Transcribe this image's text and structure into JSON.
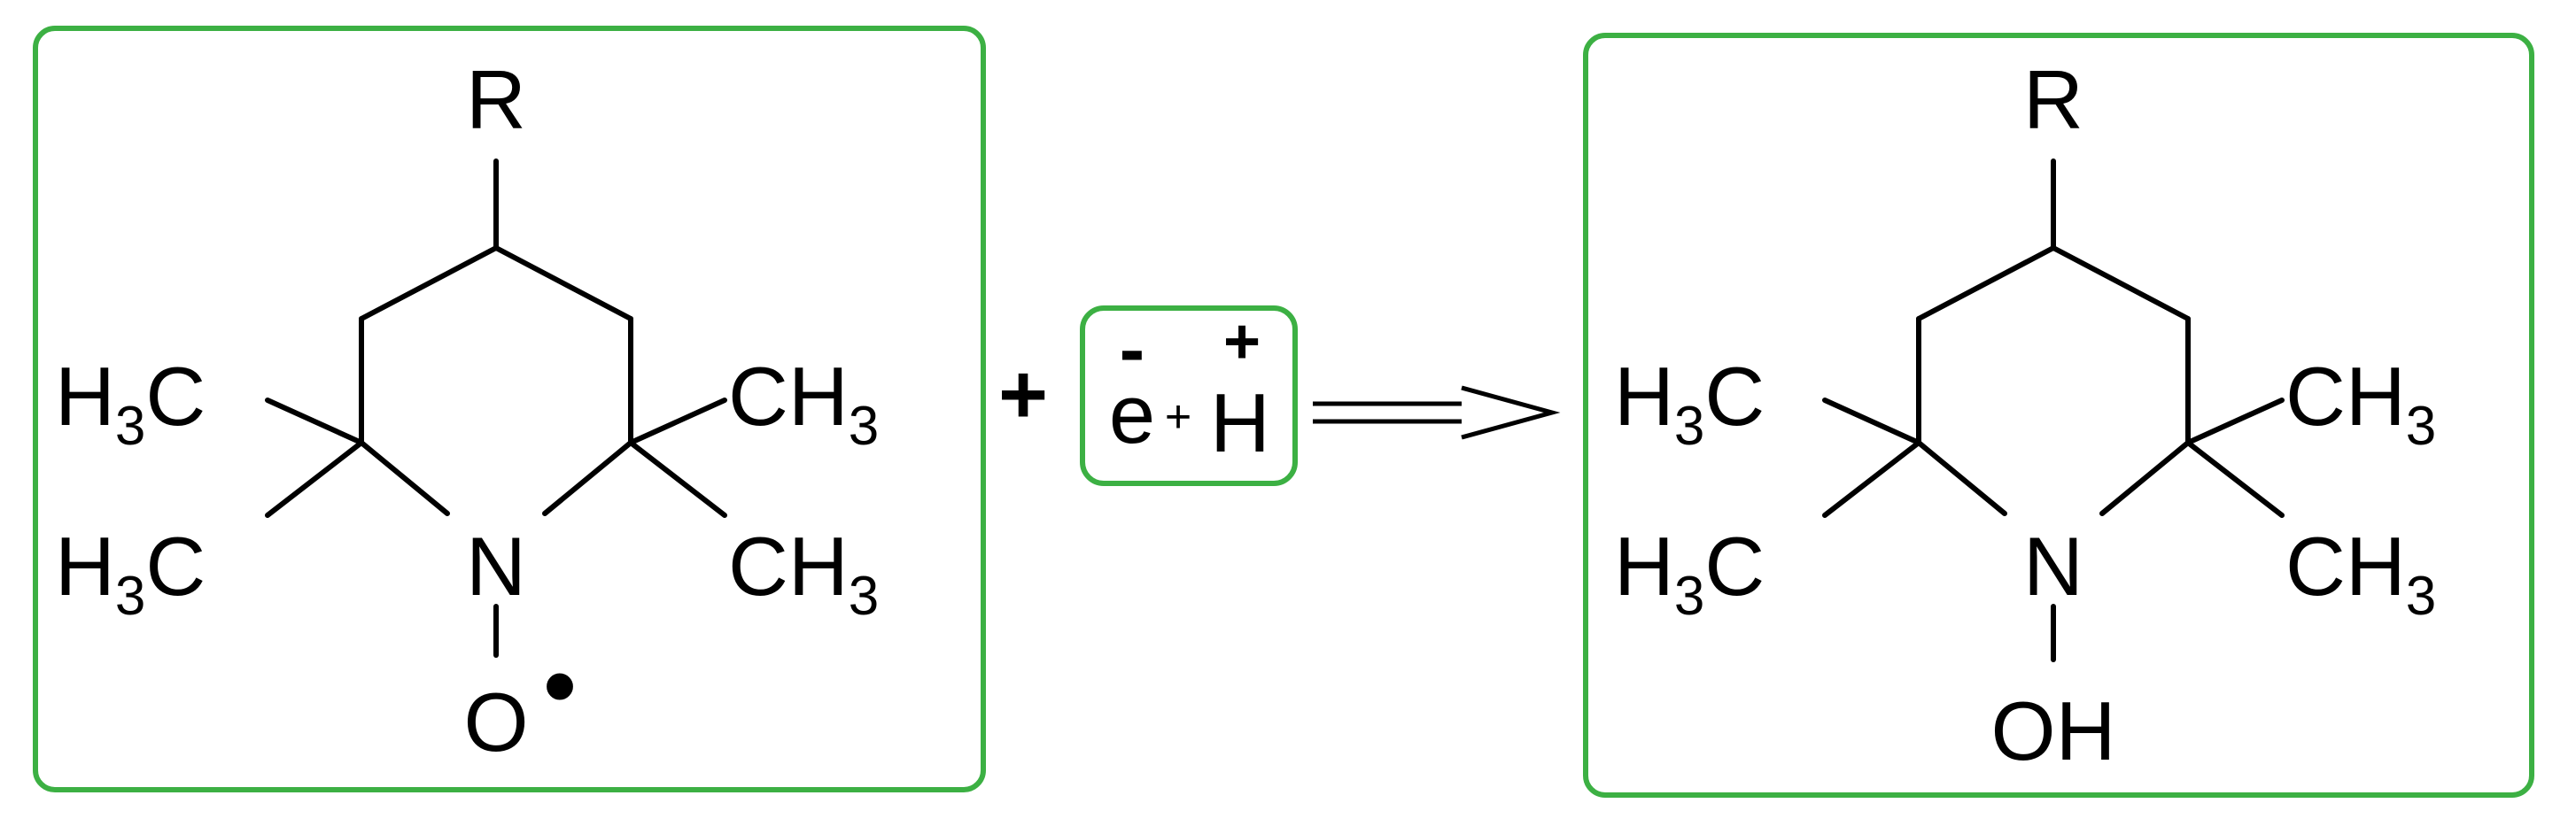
{
  "colors": {
    "box_border": "#3cb043",
    "ink": "#000000",
    "background": "#ffffff"
  },
  "reactant": {
    "substituent": "R",
    "left_top_group": {
      "main": "H",
      "sub": "3",
      "tail": "C"
    },
    "left_bottom_group": {
      "main": "H",
      "sub": "3",
      "tail": "C"
    },
    "right_top_group": {
      "main": "CH",
      "sub": "3"
    },
    "right_bottom_group": {
      "main": "CH",
      "sub": "3"
    },
    "nitrogen": "N",
    "oxygen": "O",
    "radical_symbol": "•"
  },
  "reagents": {
    "plus_sign": "+",
    "electron": "e",
    "electron_charge": "-",
    "inner_plus": "+",
    "proton": "H",
    "proton_charge": "+"
  },
  "arrow": {
    "icon": "double-arrow-right-icon"
  },
  "product": {
    "substituent": "R",
    "left_top_group": {
      "main": "H",
      "sub": "3",
      "tail": "C"
    },
    "left_bottom_group": {
      "main": "H",
      "sub": "3",
      "tail": "C"
    },
    "right_top_group": {
      "main": "CH",
      "sub": "3"
    },
    "right_bottom_group": {
      "main": "CH",
      "sub": "3"
    },
    "nitrogen": "N",
    "hydroxyl": "OH"
  }
}
